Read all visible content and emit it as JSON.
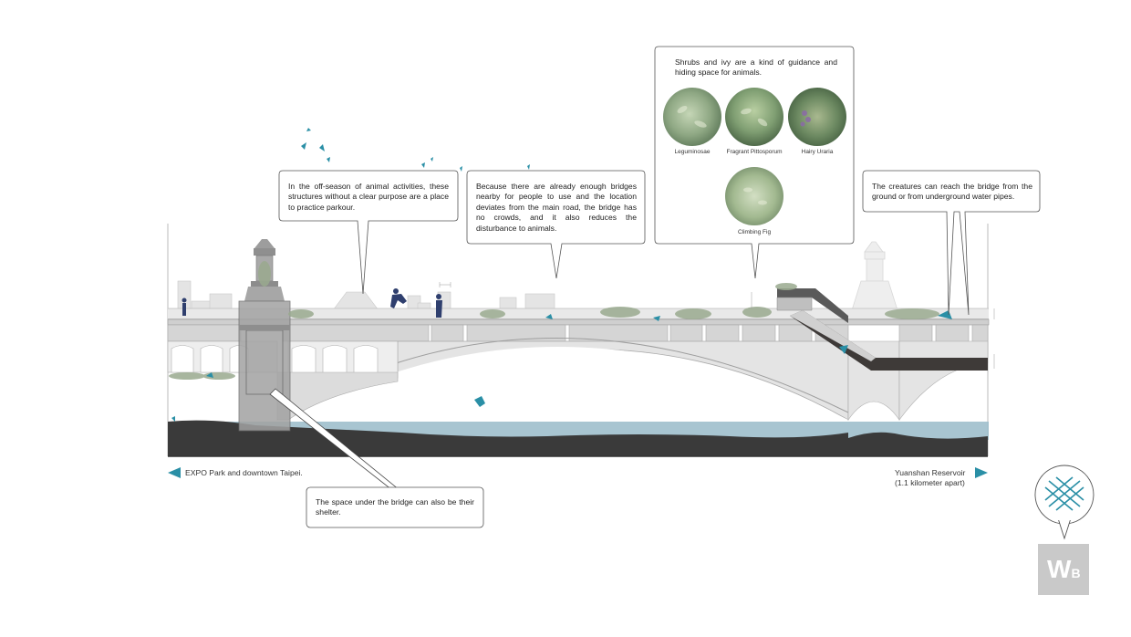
{
  "callouts": {
    "parkour": "In the off-season of animal activities, these structures without a clear purpose are a place to practice parkour.",
    "bridges": "Because there are already enough bridges nearby for people to use and the location deviates from the main road, the bridge has no crowds, and it also reduces the disturbance to animals.",
    "shrubs": "Shrubs and ivy are a kind of guidance and hiding space for animals.",
    "creatures": "The creatures can reach the bridge from the ground or from underground water pipes.",
    "shelter": "The space under the bridge can also be their shelter."
  },
  "plants": [
    {
      "name": "Leguminosae"
    },
    {
      "name": "Fragrant Pittosporum"
    },
    {
      "name": "Hairy Uraria"
    },
    {
      "name": "Climbing Fig"
    }
  ],
  "directions": {
    "left": "EXPO Park and downtown Taipei.",
    "right_line1": "Yuanshan Reservoir",
    "right_line2": "(1.1 kilometer apart)"
  },
  "logo": {
    "text": "WB"
  },
  "colors": {
    "accent_teal": "#2a8fa6",
    "water": "#9fbfcc",
    "ground": "#3a3a3a",
    "bridge_stone": "#dcdcdc",
    "logo_gray": "#c9c9c9"
  }
}
